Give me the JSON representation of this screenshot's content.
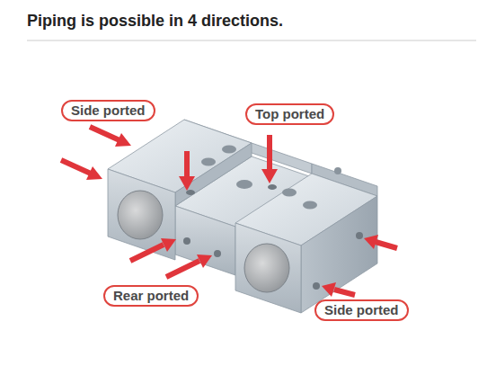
{
  "diagram": {
    "title": "Piping is possible in 4 directions.",
    "nodes": [
      {
        "text": [
          "Side ported"
        ]
      },
      {
        "text": [
          "Top ported"
        ]
      },
      {
        "text": [
          "Rear ported"
        ]
      },
      {
        "text": [
          "Side ported"
        ]
      }
    ]
  }
}
